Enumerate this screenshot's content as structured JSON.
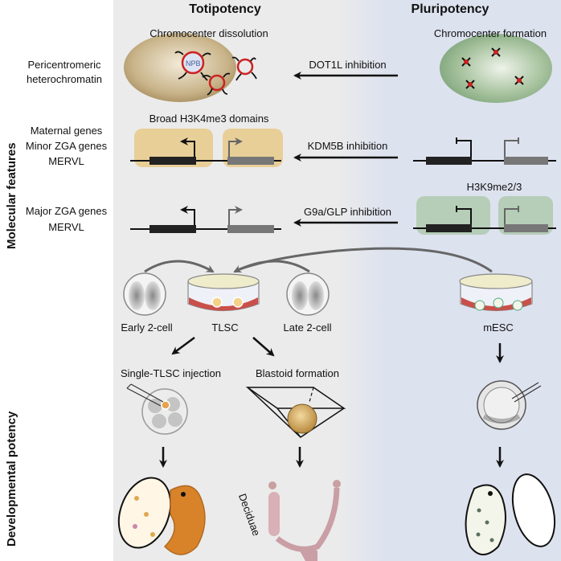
{
  "columns": {
    "totipotency": "Totipotency",
    "pluripotency": "Pluripotency"
  },
  "side_labels": {
    "molecular": "Molecular features",
    "developmental": "Developmental potency"
  },
  "row_labels": {
    "pericentromeric_1": "Pericentromeric",
    "pericentromeric_2": "heterochromatin",
    "maternal": "Maternal genes",
    "minor_zga": "Minor ZGA genes",
    "mervl_1": "MERVL",
    "major_zga": "Major ZGA genes",
    "mervl_2": "MERVL"
  },
  "toti": {
    "chromocenter": "Chromocenter dissolution",
    "npb": "NPB",
    "h3k4me3": "Broad H3K4me3 domains",
    "early_2cell": "Early 2-cell",
    "tlsc": "TLSC",
    "late_2cell": "Late 2-cell",
    "injection": "Single-TLSC injection",
    "blastoid": "Blastoid formation",
    "deciduae": "Deciduae"
  },
  "arrows": {
    "dot1l": "DOT1L inhibition",
    "kdm5b": "KDM5B inhibition",
    "g9a": "G9a/GLP inhibition"
  },
  "pluri": {
    "chromocenter": "Chromocenter formation",
    "h3k9": "H3K9me2/3",
    "mesc": "mESC"
  },
  "colors": {
    "toti_bg": "#ebebeb",
    "pluri_bg": "#dde2ef",
    "h3k4me3": "#e8cf98",
    "h3k9": "#b6cdb8",
    "dish_medium": "#c9504a",
    "embryo_orange": "#d8832a"
  }
}
